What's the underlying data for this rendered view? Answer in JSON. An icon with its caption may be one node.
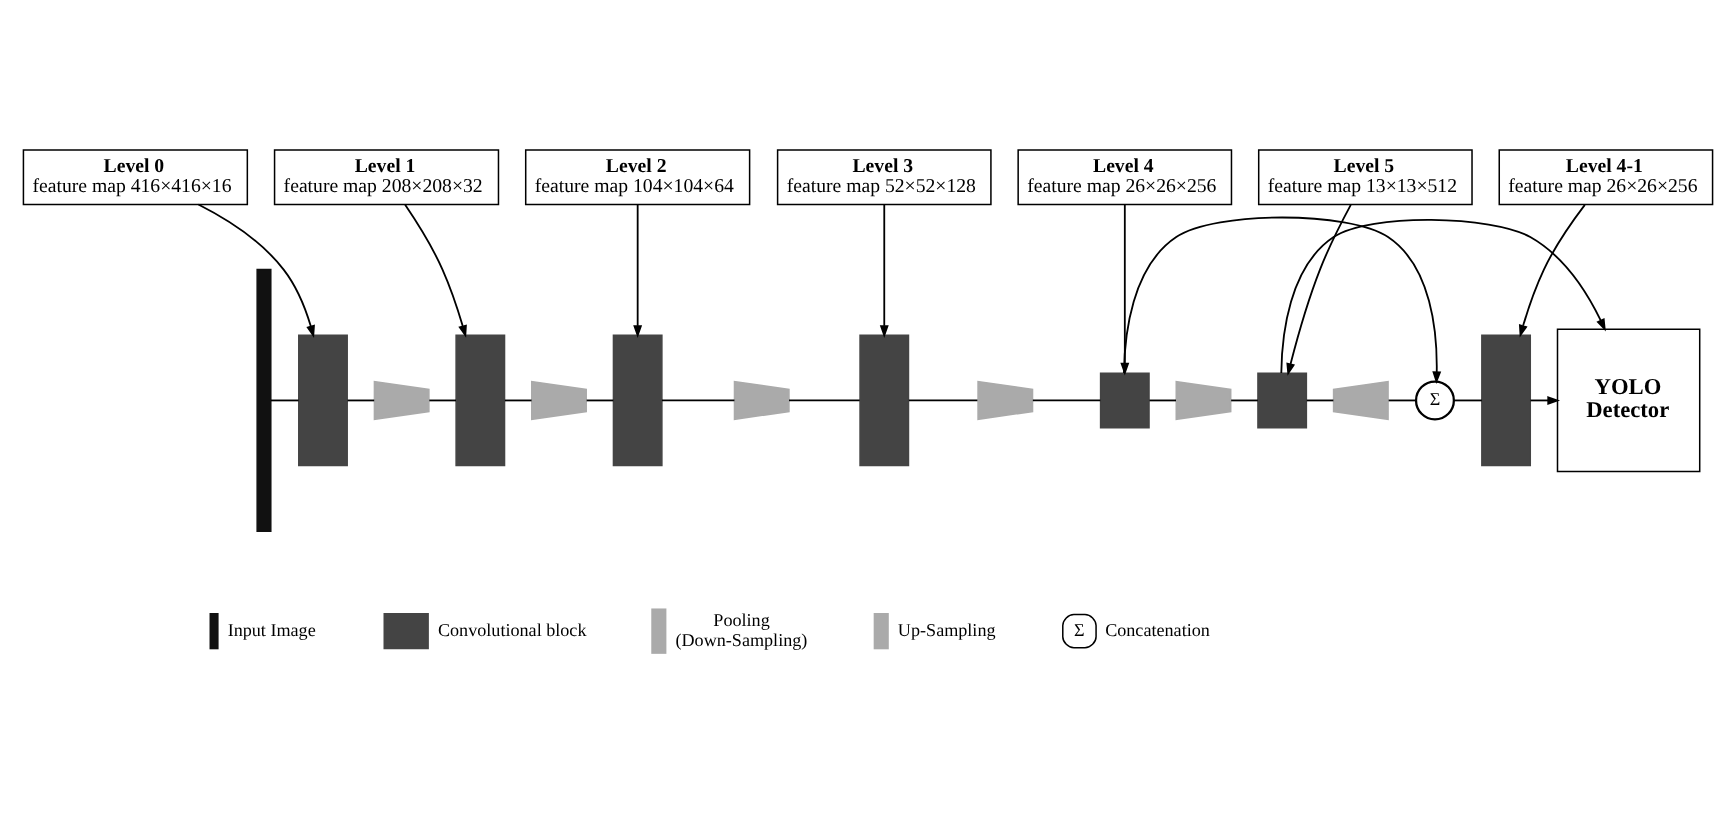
{
  "diagram": {
    "nodes": [
      {
        "text": [
          "Level 0",
          "feature map 416×416×16"
        ]
      },
      {
        "text": [
          "Level 1",
          "feature map 208×208×32"
        ]
      },
      {
        "text": [
          "Level 2",
          "feature map 104×104×64"
        ]
      },
      {
        "text": [
          "Level 3",
          "feature map 52×52×128"
        ]
      },
      {
        "text": [
          "Level 4",
          "feature map 26×26×256"
        ]
      },
      {
        "text": [
          "Level 5",
          "feature map 13×13×512"
        ]
      },
      {
        "text": [
          "Level 4-1",
          "feature map 26×26×256"
        ]
      },
      {
        "text": [],
        "shape": "bar"
      },
      {
        "text": [],
        "shape": "box"
      },
      {
        "text": [],
        "shape": "trapezoid"
      },
      {
        "text": [],
        "shape": "box"
      },
      {
        "text": [],
        "shape": "trapezoid"
      },
      {
        "text": [],
        "shape": "box"
      },
      {
        "text": [],
        "shape": "trapezoid"
      },
      {
        "text": [],
        "shape": "box"
      },
      {
        "text": [],
        "shape": "trapezoid"
      },
      {
        "text": [],
        "shape": "box"
      },
      {
        "text": [],
        "shape": "trapezoid"
      },
      {
        "text": [],
        "shape": "box"
      },
      {
        "text": [],
        "shape": "trapezoid"
      },
      {
        "text": [
          "Σ"
        ]
      },
      {
        "text": [],
        "shape": "box"
      },
      {
        "text": [
          "YOLO Detector"
        ]
      }
    ],
    "edges": [
      {
        "from": 7,
        "to": 8,
        "arrow": "none"
      },
      {
        "from": 8,
        "to": 9,
        "arrow": "none"
      },
      {
        "from": 9,
        "to": 10,
        "arrow": "none"
      },
      {
        "from": 10,
        "to": 11,
        "arrow": "none"
      },
      {
        "from": 11,
        "to": 12,
        "arrow": "none"
      },
      {
        "from": 12,
        "to": 13,
        "arrow": "none"
      },
      {
        "from": 13,
        "to": 14,
        "arrow": "none"
      },
      {
        "from": 14,
        "to": 15,
        "arrow": "none"
      },
      {
        "from": 15,
        "to": 16,
        "arrow": "none"
      },
      {
        "from": 16,
        "to": 17,
        "arrow": "none"
      },
      {
        "from": 17,
        "to": 18,
        "arrow": "none"
      },
      {
        "from": 18,
        "to": 19,
        "arrow": "none"
      },
      {
        "from": 19,
        "to": 20,
        "arrow": "none"
      },
      {
        "from": 20,
        "to": 21,
        "arrow": "none"
      },
      {
        "from": 21,
        "to": 22,
        "arrow": "to"
      },
      {
        "from": 16,
        "to": 20,
        "arrow": "to"
      },
      {
        "from": 18,
        "to": 22,
        "arrow": "to"
      },
      {
        "from": 0,
        "to": 8,
        "arrow": "to"
      },
      {
        "from": 1,
        "to": 10,
        "arrow": "to"
      },
      {
        "from": 2,
        "to": 12,
        "arrow": "to"
      },
      {
        "from": 3,
        "to": 14,
        "arrow": "to"
      },
      {
        "from": 4,
        "to": 16,
        "arrow": "to"
      },
      {
        "from": 5,
        "to": 18,
        "arrow": "to"
      },
      {
        "from": 6,
        "to": 21,
        "arrow": "to"
      }
    ],
    "labels": [
      "Σ"
    ],
    "legend": [
      {
        "text": "Input Image"
      },
      {
        "text": "Convolutional block"
      },
      {
        "text": "Pooling (Down-Sampling)"
      },
      {
        "text": "Up-Sampling"
      },
      {
        "text": "Concatenation"
      }
    ]
  }
}
